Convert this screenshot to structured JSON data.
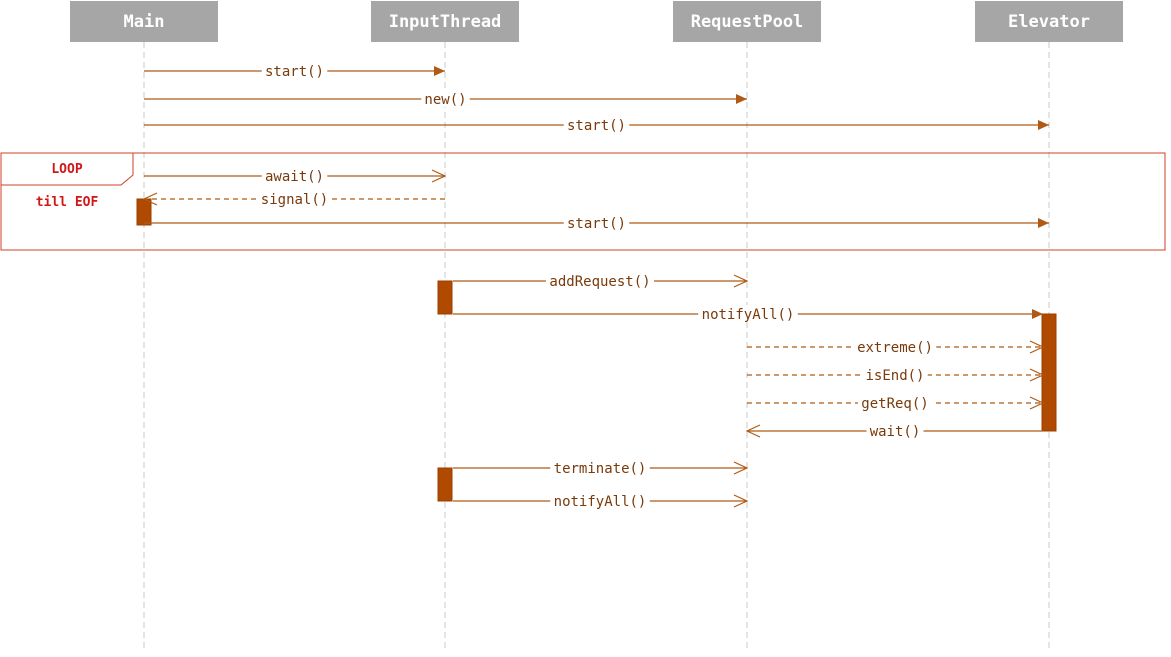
{
  "participants": [
    {
      "id": "main",
      "label": "Main"
    },
    {
      "id": "input",
      "label": "InputThread"
    },
    {
      "id": "pool",
      "label": "RequestPool"
    },
    {
      "id": "elev",
      "label": "Elevator"
    }
  ],
  "messages": [
    {
      "from": "main",
      "to": "input",
      "label": "start()",
      "style": "solid",
      "arrow": "filled"
    },
    {
      "from": "main",
      "to": "pool",
      "label": "new()",
      "style": "solid",
      "arrow": "filled"
    },
    {
      "from": "main",
      "to": "elev",
      "label": "start()",
      "style": "solid",
      "arrow": "filled"
    },
    {
      "from": "main",
      "to": "input",
      "label": "await()",
      "style": "solid",
      "arrow": "open"
    },
    {
      "from": "input",
      "to": "main",
      "label": "signal()",
      "style": "dashed",
      "arrow": "open"
    },
    {
      "from": "main",
      "to": "elev",
      "label": "start()",
      "style": "solid",
      "arrow": "filled"
    },
    {
      "from": "input",
      "to": "pool",
      "label": "addRequest()",
      "style": "solid",
      "arrow": "open"
    },
    {
      "from": "input",
      "to": "elev",
      "label": "notifyAll()",
      "style": "solid",
      "arrow": "filled"
    },
    {
      "from": "pool",
      "to": "elev",
      "label": "extreme()",
      "style": "dashed",
      "arrow": "open"
    },
    {
      "from": "pool",
      "to": "elev",
      "label": "isEnd()",
      "style": "dashed",
      "arrow": "open"
    },
    {
      "from": "pool",
      "to": "elev",
      "label": "getReq()",
      "style": "dashed",
      "arrow": "open"
    },
    {
      "from": "elev",
      "to": "pool",
      "label": "wait()",
      "style": "solid",
      "arrow": "open"
    },
    {
      "from": "input",
      "to": "pool",
      "label": "terminate()",
      "style": "solid",
      "arrow": "open"
    },
    {
      "from": "input",
      "to": "pool",
      "label": "notifyAll()",
      "style": "solid",
      "arrow": "open"
    }
  ],
  "loop_frame": {
    "label": "LOOP",
    "condition": "till EOF"
  },
  "colors": {
    "arrow": "#b05a16",
    "activation": "#b04a00",
    "header": "#a6a6a6",
    "frame": "#d0402a",
    "frame_text": "#d01818"
  }
}
